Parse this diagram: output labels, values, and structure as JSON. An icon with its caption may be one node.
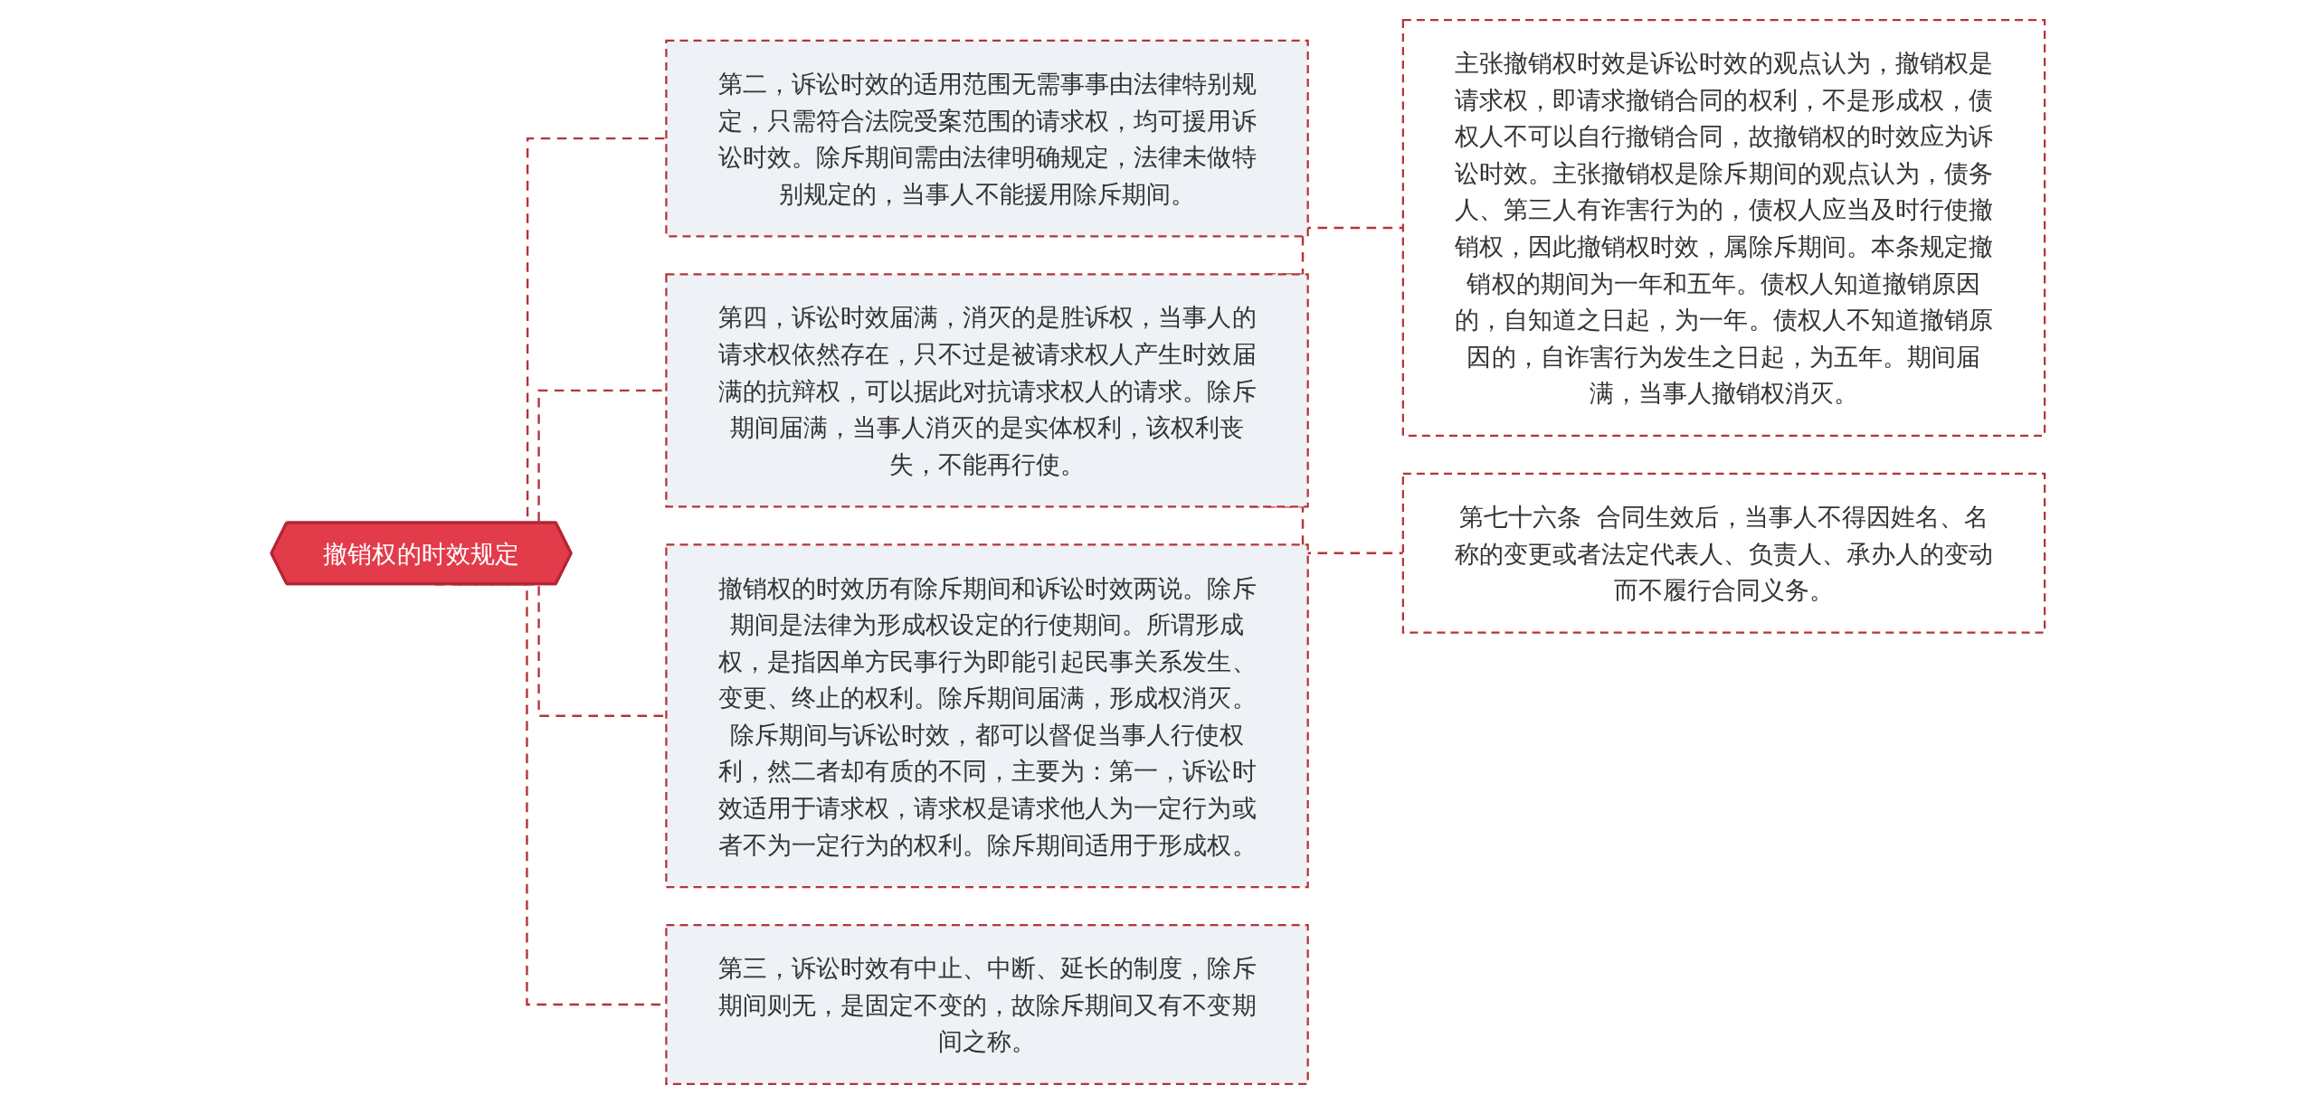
{
  "diagram": {
    "nodes": [
      {
        "text": [
          "撤销权的时效规定"
        ]
      },
      {
        "text": [
          "第二，诉讼时效的适用范围无需事事由法律特别规定，只需符合法院受案范围的请求权，均可援用诉讼时效。除斥期间需由法律明确规定，法律未做特别规定的，当事人不能援用除斥期间。"
        ]
      },
      {
        "text": [
          "第四，诉讼时效届满，消灭的是胜诉权，当事人的请求权依然存在，只不过是被请求权人产生时效届满的抗辩权，可以据此对抗请求权人的请求。除斥期间届满，当事人消灭的是实体权利，该权利丧失，不能再行使。"
        ]
      },
      {
        "text": [
          "主张撤销权时效是诉讼时效的观点认为，撤销权是请求权，即请求撤销合同的权利，不是形成权，债权人不可以自行撤销合同，故撤销权的时效应为诉讼时效。主张撤销权是除斥期间的观点认为，债务人、第三人有诈害行为的，债权人应当及时行使撤销权，因此撤销权时效，属除斥期间。本条规定撤销权的期间为一年和五年。债权人知道撤销原因的，自知道之日起，为一年。债权人不知道撤销原因的，自诈害行为发生之日起，为五年。期间届满，当事人撤销权消灭。"
        ]
      },
      {
        "text": [
          "第七十六条  合同生效后，当事人不得因姓名、名称的变更或者法定代表人、负责人、承办人的变动而不履行合同义务。"
        ]
      },
      {
        "text": [
          "撤销权的时效历有除斥期间和诉讼时效两说。除斥期间是法律为形成权设定的行使期间。所谓形成权，是指因单方民事行为即能引起民事关系发生、变更、终止的权利。除斥期间届满，形成权消灭。除斥期间与诉讼时效，都可以督促当事人行使权利，然二者却有质的不同，主要为：第一，诉讼时效适用于请求权，请求权是请求他人为一定行为或者不为一定行为的权利。除斥期间适用于形成权。"
        ]
      },
      {
        "text": [
          "第三，诉讼时效有中止、中断、延长的制度，除斥期间则无，是固定不变的，故除斥期间又有不变期间之称。"
        ]
      }
    ],
    "edges": [
      {
        "from": 0,
        "to": 1,
        "arrow": "none",
        "style": "dashed"
      },
      {
        "from": 0,
        "to": 2,
        "arrow": "none",
        "style": "dashed"
      },
      {
        "from": 2,
        "to": 3,
        "arrow": "none",
        "style": "dashed"
      },
      {
        "from": 2,
        "to": 4,
        "arrow": "none",
        "style": "dashed"
      },
      {
        "from": 0,
        "to": 5,
        "arrow": "none",
        "style": "dashed"
      },
      {
        "from": 0,
        "to": 6,
        "arrow": "none",
        "style": "dashed"
      }
    ]
  }
}
